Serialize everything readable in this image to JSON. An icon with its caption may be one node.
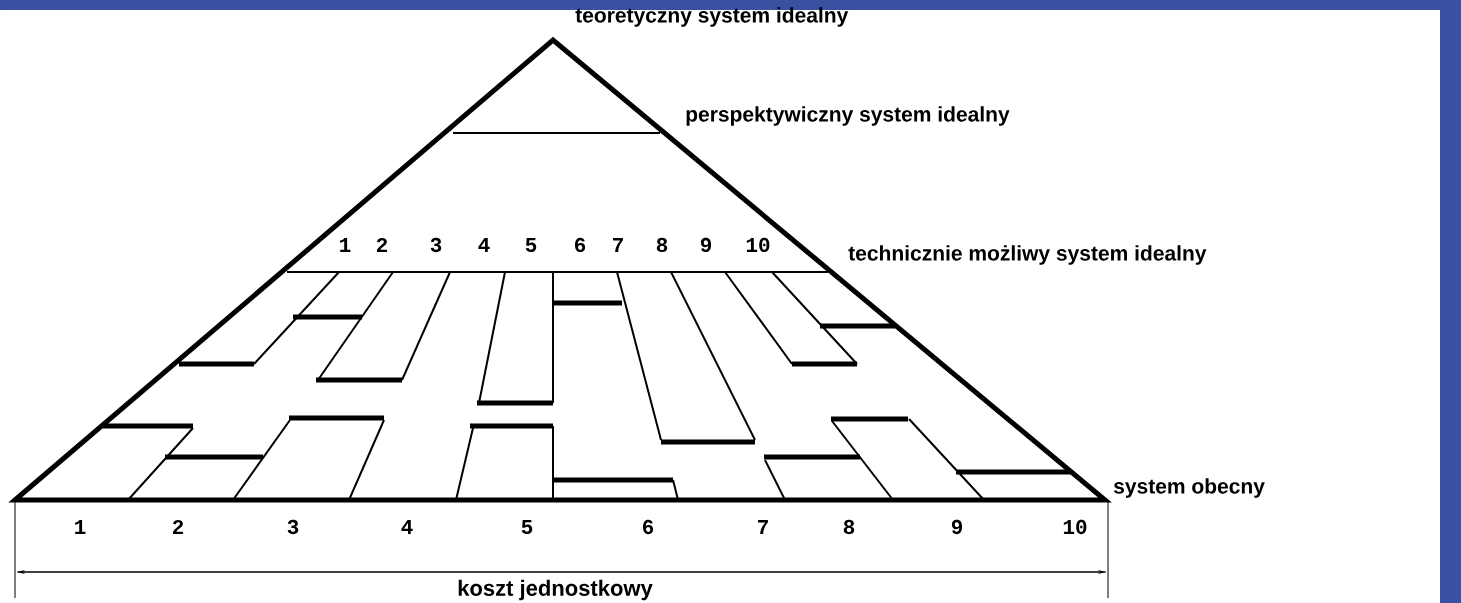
{
  "diagram": {
    "labels": [
      "teoretyczny system idealny",
      "perspektywiczny system idealny",
      "1",
      "2",
      "3",
      "4",
      "5",
      "6",
      "7",
      "8",
      "9",
      "10",
      "technicznie możliwy system idealny",
      "system obecny",
      "1",
      "2",
      "3",
      "4",
      "5",
      "6",
      "7",
      "8",
      "9",
      "10",
      "koszt jednostkowy"
    ]
  }
}
